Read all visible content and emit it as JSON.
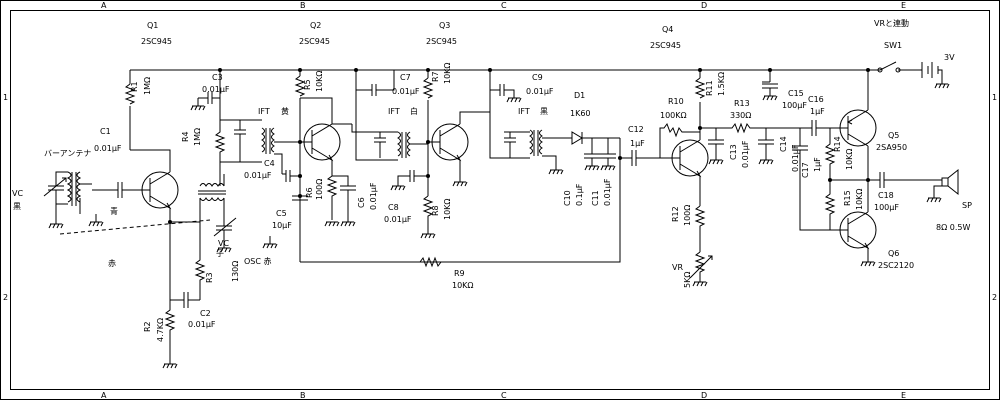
{
  "grid": {
    "columns": [
      "A",
      "B",
      "C",
      "D",
      "E"
    ],
    "rows": [
      "1",
      "2"
    ]
  },
  "transistors": {
    "q1": {
      "ref": "Q1",
      "part": "2SC945"
    },
    "q2": {
      "ref": "Q2",
      "part": "2SC945"
    },
    "q3": {
      "ref": "Q3",
      "part": "2SC945"
    },
    "q4": {
      "ref": "Q4",
      "part": "2SC945"
    },
    "q5": {
      "ref": "Q5",
      "part": "2SA950"
    },
    "q6": {
      "ref": "Q6",
      "part": "2SC2120"
    }
  },
  "resistors": {
    "r1": {
      "ref": "R1",
      "value": "1MΩ"
    },
    "r2": {
      "ref": "R2",
      "value": "4.7KΩ"
    },
    "r3": {
      "ref": "R3",
      "value": "130Ω"
    },
    "r4": {
      "ref": "R4",
      "value": "1MΩ"
    },
    "r5": {
      "ref": "R5",
      "value": "10KΩ"
    },
    "r6": {
      "ref": "R6",
      "value": "100Ω"
    },
    "r7": {
      "ref": "R7",
      "value": "10KΩ"
    },
    "r8": {
      "ref": "R8",
      "value": "10KΩ"
    },
    "r9": {
      "ref": "R9",
      "value": "10KΩ"
    },
    "r10": {
      "ref": "R10",
      "value": "100KΩ"
    },
    "r11": {
      "ref": "R11",
      "value": "1.5KΩ"
    },
    "r12": {
      "ref": "R12",
      "value": "100Ω"
    },
    "r13": {
      "ref": "R13",
      "value": "330Ω"
    },
    "r14": {
      "ref": "R14",
      "value": "10KΩ"
    },
    "r15": {
      "ref": "R15",
      "value": "10KΩ"
    }
  },
  "capacitors": {
    "c1": {
      "ref": "C1",
      "value": "0.01μF"
    },
    "c2": {
      "ref": "C2",
      "value": "0.01μF"
    },
    "c3": {
      "ref": "C3",
      "value": "0.01μF"
    },
    "c4": {
      "ref": "C4",
      "value": "0.01μF"
    },
    "c5": {
      "ref": "C5",
      "value": "10μF"
    },
    "c6": {
      "ref": "C6",
      "value": "0.01μF"
    },
    "c7": {
      "ref": "C7",
      "value": "0.01μF"
    },
    "c8": {
      "ref": "C8",
      "value": "0.01μF"
    },
    "c9": {
      "ref": "C9",
      "value": "0.01μF"
    },
    "c10": {
      "ref": "C10",
      "value": "0.1μF"
    },
    "c11": {
      "ref": "C11",
      "value": "0.01μF"
    },
    "c12": {
      "ref": "C12",
      "value": "1μF"
    },
    "c13": {
      "ref": "C13",
      "value": "0.01μF"
    },
    "c14": {
      "ref": "C14",
      "value": "0.01μF"
    },
    "c15": {
      "ref": "C15",
      "value": "100μF"
    },
    "c16": {
      "ref": "C16",
      "value": "1μF"
    },
    "c17": {
      "ref": "C17",
      "value": "1μF"
    },
    "c18": {
      "ref": "C18",
      "value": "100μF"
    }
  },
  "other": {
    "d1": {
      "ref": "D1",
      "part": "1K60"
    },
    "vr": "VR",
    "vr_value": "5KΩ",
    "sw1": "SW1",
    "sw_note": "VRと連動",
    "battery": "3V",
    "speaker": "SP",
    "speaker_spec": "8Ω  0.5W",
    "bar_antenna": "バーアンテナ",
    "vc_left": "VC",
    "vc_left_color": "黒",
    "vc_mid": "VC",
    "vc_mid_sub": "子",
    "osc": "OSC 赤",
    "blue": "青",
    "red": "赤",
    "ift1": "IFT",
    "ift1_color": "黄",
    "ift2": "IFT",
    "ift2_color": "白",
    "ift3": "IFT",
    "ift3_color": "黒"
  }
}
